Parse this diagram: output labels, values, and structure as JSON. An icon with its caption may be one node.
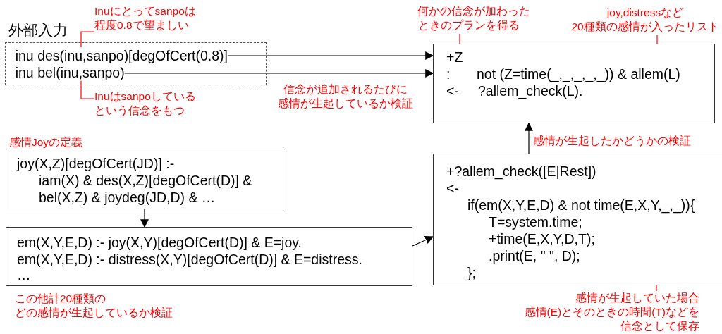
{
  "diagram": {
    "nodes": [
      {
        "text": [
          "外部入力"
        ]
      },
      {
        "text": [
          "inu des(inu,sanpo)[degOfCert(0.8)]"
        ],
        "in": 0
      },
      {
        "text": [
          "inu bel(inu,sanpo)"
        ],
        "in": 0
      },
      {
        "text": [
          "+Z",
          ":",
          "not (Z=time(_,_,_,_,_)) & allem(L)",
          "<-",
          "?allem_check(L)."
        ]
      },
      {
        "text": [
          "感情Joyの定義",
          "joy(X,Z)[degOfCert(JD)] :-",
          "iam(X) & des(X,Z)[degOfCert(D)] &",
          "bel(X,Z) & joydeg(JD,D) & …"
        ]
      },
      {
        "text": [
          "em(X,Y,E,D) :- joy(X,Y)[degOfCert(D)] & E=joy.",
          "em(X,Y,E,D) :- distress(X,Y)[degOfCert(D)] & E=distress.",
          "…"
        ],
        "beside": [
          "この他計20種類のどの感情が生起しているか検証"
        ]
      },
      {
        "text": [
          "+?allem_check([E|Rest])",
          "<-",
          "if(em(X,Y,E,D) & not time(E,X,Y,_,_)){",
          "T=system.time;",
          "+time(E,X,Y,D,T);",
          ".print(E, \" \", D);",
          "};"
        ]
      },
      {
        "text": [
          "Inuにとってsanpoは程度0.8で望ましい"
        ]
      },
      {
        "text": [
          "Inuはsanpoしているという信念をもつ"
        ]
      },
      {
        "text": [
          "何かの信念が加わったときのプランを得る"
        ]
      },
      {
        "text": [
          "joy,distressなど20種類の感情が入ったリスト"
        ]
      },
      {
        "text": [
          "感情が生起していた場合感情(E)とそのときの時間(T)などを信念として保存"
        ]
      }
    ],
    "edges": [
      {
        "from": 1,
        "to": 3,
        "arrow": "to"
      },
      {
        "from": 2,
        "to": 3,
        "arrow": "to"
      },
      {
        "from": 6,
        "to": 3,
        "arrow": "to",
        "label": "感情が生起したかどうかの検証"
      },
      {
        "from": 4,
        "to": 5,
        "arrow": "to"
      },
      {
        "from": 5,
        "to": 6,
        "arrow": "to"
      },
      {
        "from": 7,
        "to": 1,
        "arrow": "none",
        "color": "#ff0000"
      },
      {
        "from": 8,
        "to": 2,
        "arrow": "none",
        "color": "#ff0000"
      },
      {
        "from": 9,
        "to": 3,
        "arrow": "none",
        "color": "#ff0000"
      },
      {
        "from": 10,
        "to": 3,
        "arrow": "none",
        "color": "#ff0000"
      },
      {
        "from": 11,
        "to": 6,
        "arrow": "none",
        "color": "#ff0000"
      }
    ],
    "labels": [
      "信念が追加されるたびに感情が生起しているか検証"
    ]
  }
}
